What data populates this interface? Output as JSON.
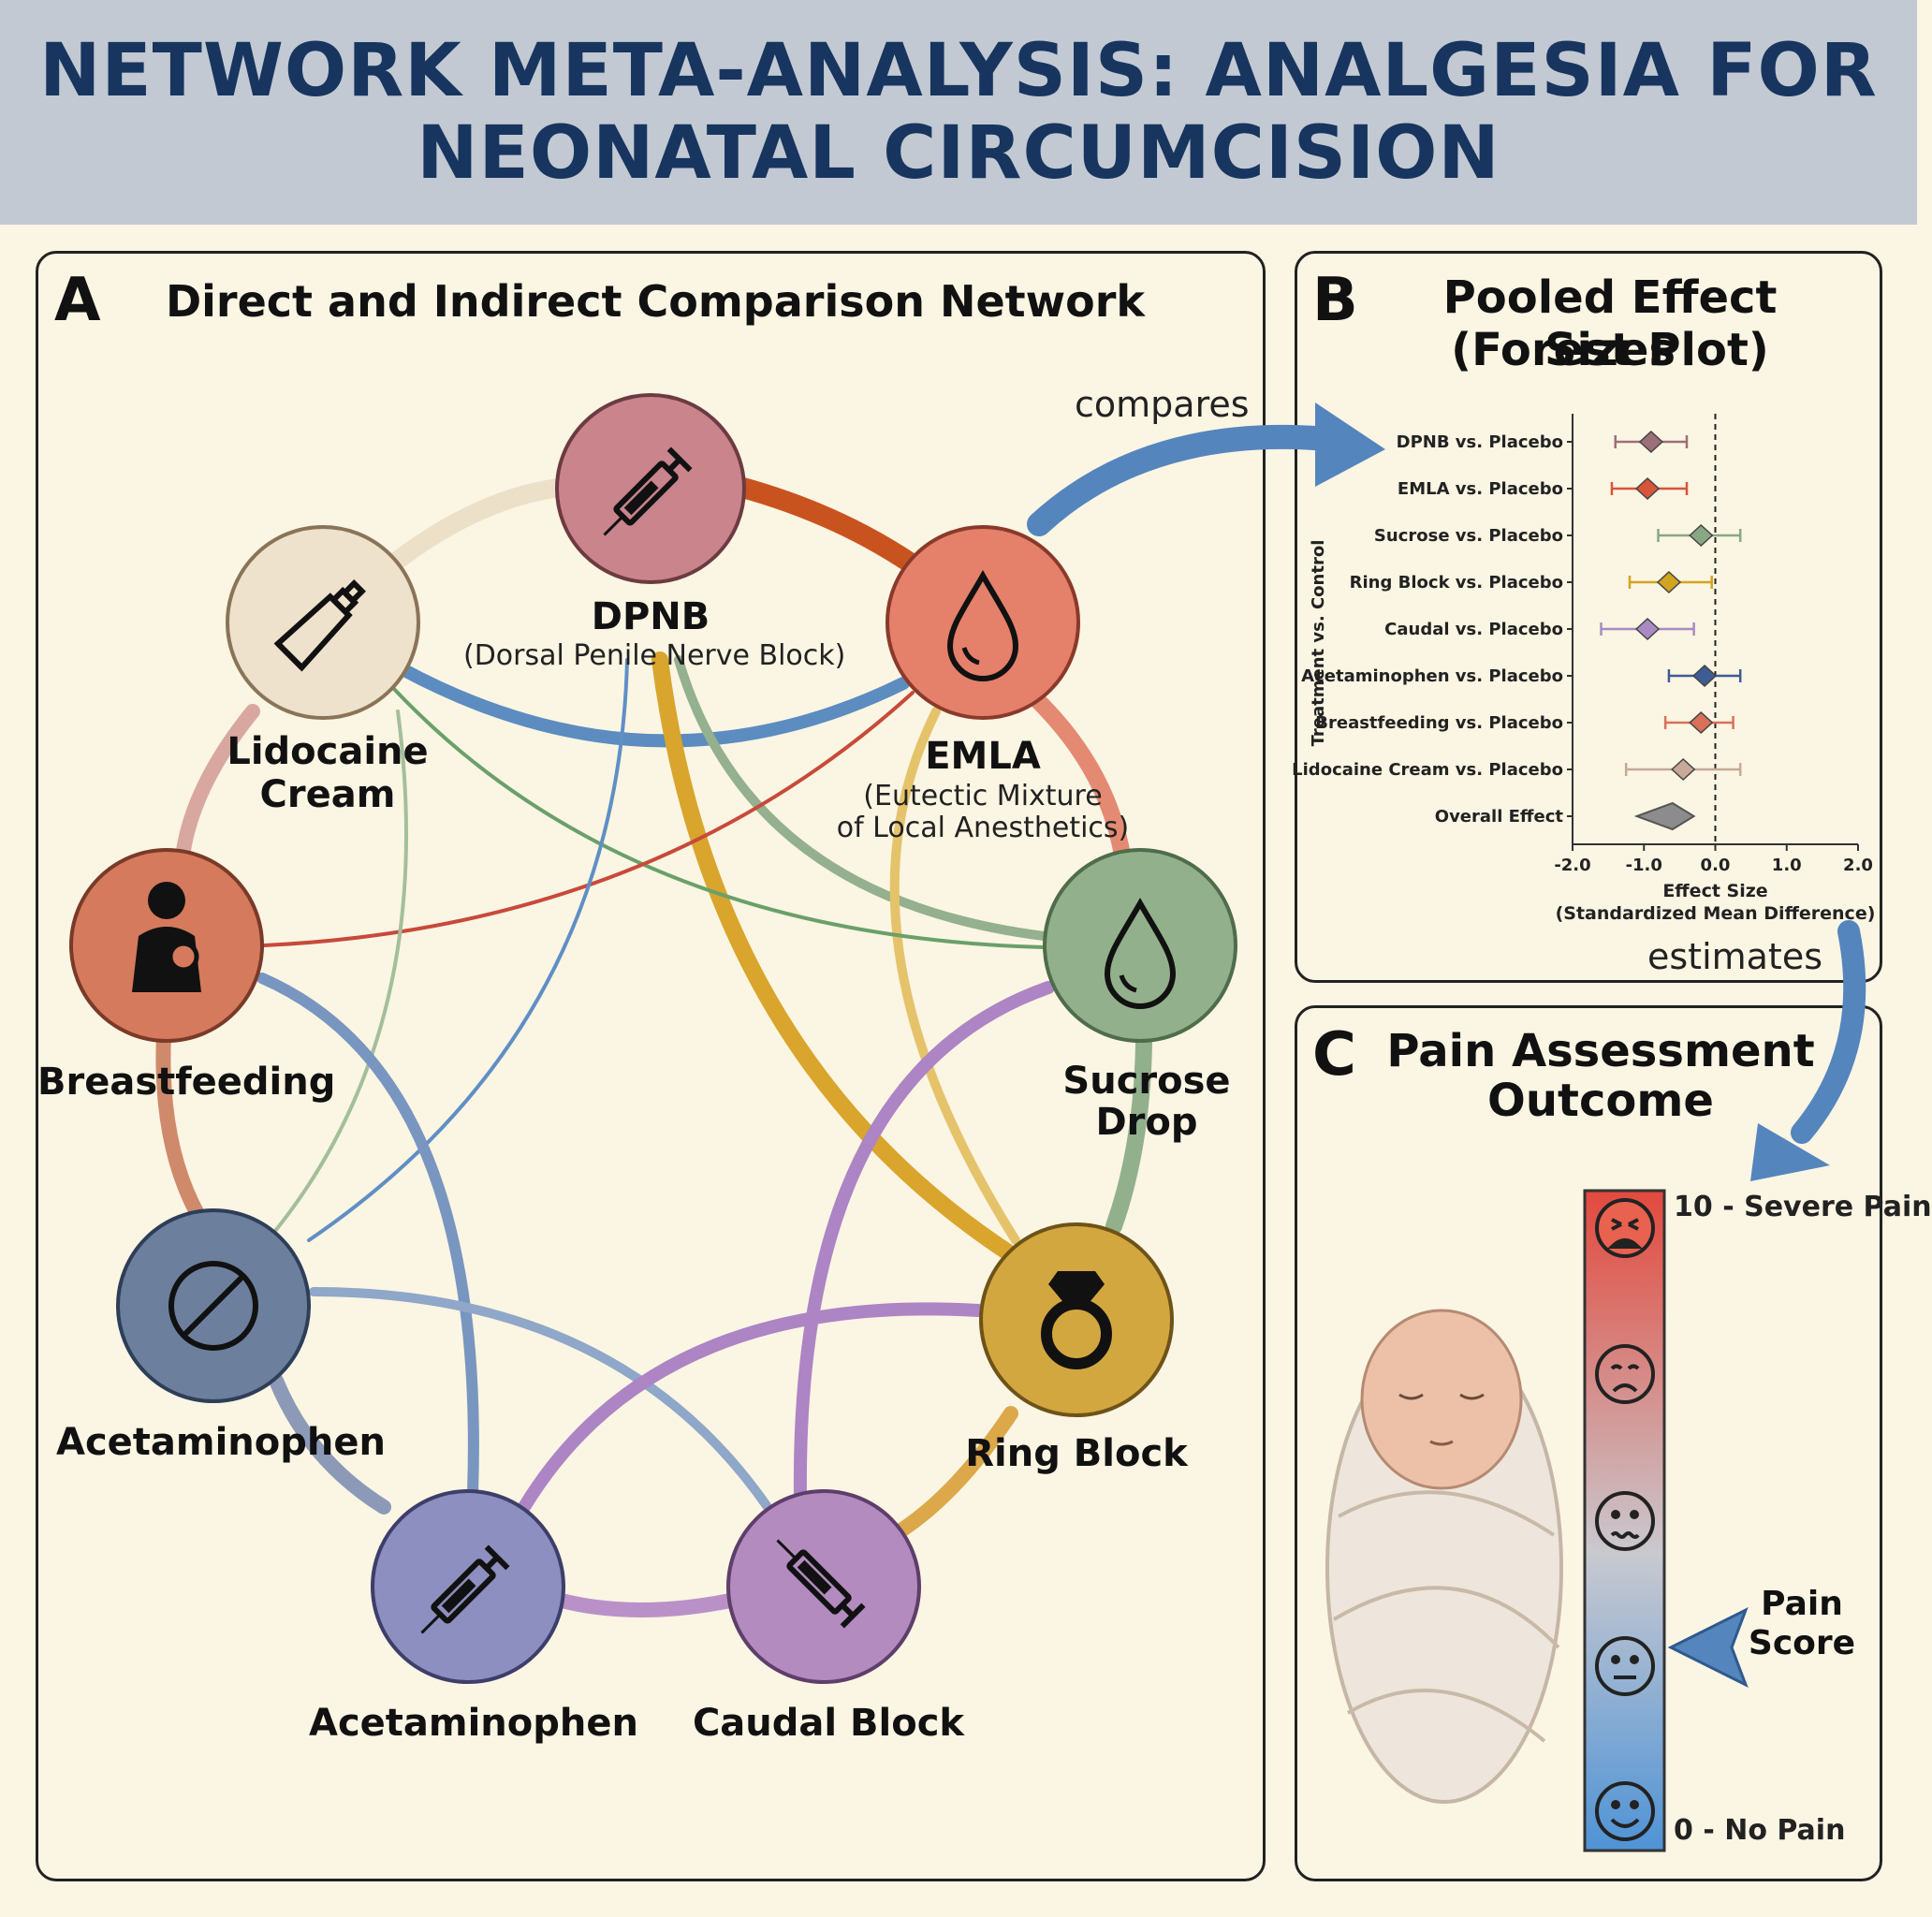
{
  "title": "NETWORK META-ANALYSIS: ANALGESIA FOR NEONATAL CIRCUMCISION",
  "panel_a": {
    "letter": "A",
    "title": "Direct and Indirect Comparison Network",
    "nodes": {
      "dpnb": {
        "label": "DPNB",
        "sub": "(Dorsal Penile Nerve Block)",
        "color": "#c9848c"
      },
      "emla": {
        "label": "EMLA",
        "sub_line1": "(Eutectic Mixture",
        "sub_line2": "of Local Anesthetics)",
        "color": "#e5806a"
      },
      "lidocaine": {
        "label_line1": "Lidocaine",
        "label_line2": "Cream",
        "color": "#eee2cc"
      },
      "breastfeeding": {
        "label": "Breastfeeding",
        "color": "#d57a5c"
      },
      "sucrose": {
        "label_line1": "Sucrose",
        "label_line2": "Drop",
        "color": "#93b08d"
      },
      "acetaminophen": {
        "label": "Acetaminophen",
        "color": "#6c7f9d"
      },
      "ring_block": {
        "label": "Ring Block",
        "color": "#d3a73f"
      },
      "acetaminophen2": {
        "label": "Acetaminophen",
        "color": "#8c8fbf"
      },
      "caudal": {
        "label": "Caudal Block",
        "color": "#b38bbf"
      }
    }
  },
  "flow": {
    "compares": "compares",
    "estimates": "estimates"
  },
  "panel_b": {
    "letter": "B",
    "title_line1": "Pooled Effect Sizes",
    "title_line2": "(Forest Plot)"
  },
  "chart_data": {
    "type": "forest",
    "ylabel": "Treatment vs. Control",
    "xlabel_line1": "Effect Size",
    "xlabel_line2": "(Standardized Mean Difference)",
    "xlim": [
      -2.0,
      2.0
    ],
    "xticks": [
      "-2.0",
      "-1.0",
      "0.0",
      "1.0",
      "2.0"
    ],
    "tick_values": [
      -2.0,
      -1.0,
      0.0,
      1.0,
      2.0
    ],
    "rows": [
      {
        "label": "DPNB vs. Placebo",
        "est": -0.9,
        "lo": -1.4,
        "hi": -0.4,
        "color": "#9c7078"
      },
      {
        "label": "EMLA vs. Placebo",
        "est": -0.95,
        "lo": -1.45,
        "hi": -0.4,
        "color": "#d9553a"
      },
      {
        "label": "Sucrose vs. Placebo",
        "est": -0.2,
        "lo": -0.8,
        "hi": 0.35,
        "color": "#88a883"
      },
      {
        "label": "Ring Block vs. Placebo",
        "est": -0.65,
        "lo": -1.2,
        "hi": -0.05,
        "color": "#d2a41f"
      },
      {
        "label": "Caudal vs. Placebo",
        "est": -0.95,
        "lo": -1.6,
        "hi": -0.3,
        "color": "#a98bc4"
      },
      {
        "label": "Acetaminophen vs. Placebo",
        "est": -0.15,
        "lo": -0.65,
        "hi": 0.35,
        "color": "#3e5c94"
      },
      {
        "label": "Breastfeeding vs. Placebo",
        "est": -0.2,
        "lo": -0.7,
        "hi": 0.25,
        "color": "#d9705a"
      },
      {
        "label": "Lidocaine Cream vs. Placebo",
        "est": -0.45,
        "lo": -1.25,
        "hi": 0.35,
        "color": "#c8a896"
      },
      {
        "label": "Overall Effect",
        "est": -0.6,
        "lo": -1.1,
        "hi": -0.3,
        "color": "#8c8c8c",
        "overall": true
      }
    ]
  },
  "panel_c": {
    "letter": "C",
    "title_line1": "Pain Assessment",
    "title_line2": "Outcome",
    "scale_top": "10 - Severe Pain",
    "scale_bottom": "0 - No Pain",
    "pointer_line1": "Pain",
    "pointer_line2": "Score",
    "scale_colors": {
      "top": "#e3493d",
      "mid": "#c6c8ce",
      "bottom": "#4f93d6"
    }
  }
}
